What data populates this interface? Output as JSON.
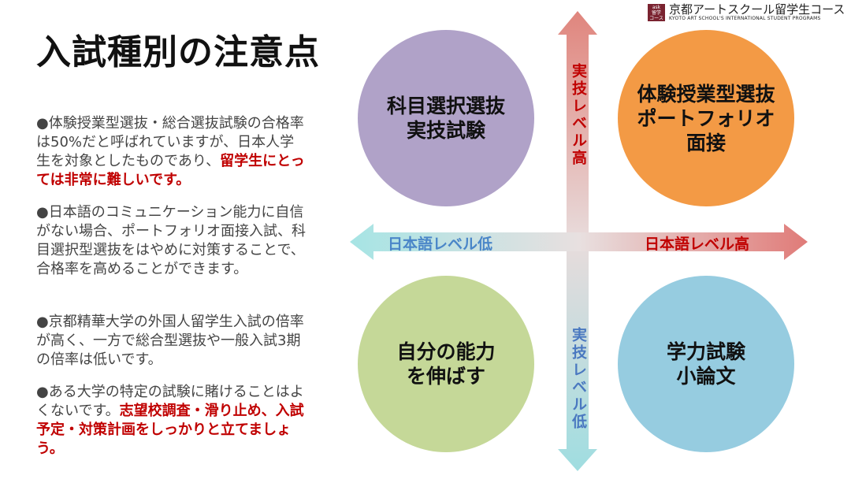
{
  "logo": {
    "box": "ask 留学 コース",
    "main": "京都アートスクール留学生コース",
    "sub": "KYOTO ART SCHOOL'S INTERNATIONAL STUDENT PROGRAMS"
  },
  "title": "入試種別の注意点",
  "paragraphs": [
    {
      "text": "●体験授業型選抜・総合選抜試験の合格率は50%だと呼ばれていますが、日本人学生を対象としたものであり、",
      "highlight": "留学生にとっては非常に難しいです。"
    },
    {
      "text": "●日本語のコミュニケーション能力に自信がない場合、ポートフォリオ面接入試、科目選択型選抜をはやめに対策することで、合格率を高めることができます。",
      "highlight": ""
    },
    {
      "text": "●京都精華大学の外国人留学生入試の倍率が高く、一方で総合型選抜や一般入試3期の倍率は低いです。",
      "highlight": ""
    },
    {
      "text": "●ある大学の特定の試験に賭けることはよくないです。",
      "highlight": "志望校調査・滑り止め、入試予定・対策計画をしっかりと立てましょう。"
    }
  ],
  "quadrants": {
    "top_left": {
      "line1": "科目選択選抜",
      "line2": "実技試験",
      "line3": "",
      "color": "#b0a2c8"
    },
    "top_right": {
      "line1": "体験授業型選抜",
      "line2": "ポートフォリオ",
      "line3": "面接",
      "color": "#f39a45"
    },
    "bottom_left": {
      "line1": "自分の能力",
      "line2": "を伸ばす",
      "line3": "",
      "color": "#c5d898"
    },
    "bottom_right": {
      "line1": "学力試験",
      "line2": "小論文",
      "line3": "",
      "color": "#96cce0"
    }
  },
  "axes": {
    "skill_high": "実技レベル高",
    "skill_low": "実技レベル低",
    "japanese_low": "日本語レベル低",
    "japanese_high": "日本語レベル高"
  }
}
